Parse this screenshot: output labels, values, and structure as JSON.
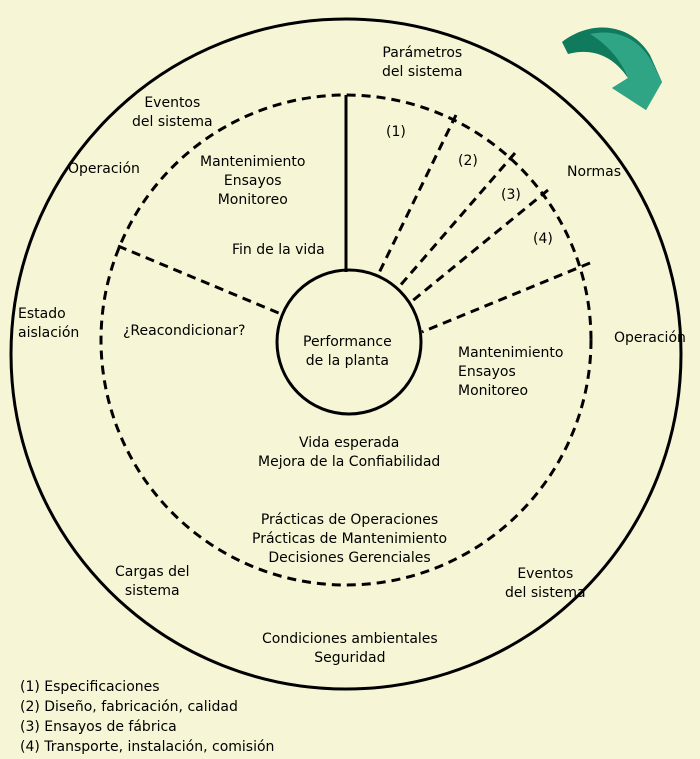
{
  "center": {
    "line1": "Performance",
    "line2": "de la planta"
  },
  "outer_ring": {
    "parametros": {
      "line1": "Parámetros",
      "line2": "del sistema"
    },
    "eventos_top": {
      "line1": "Eventos",
      "line2": "del sistema"
    },
    "operacion_left": "Operación",
    "normas": "Normas",
    "estado": {
      "line1": "Estado",
      "line2": "aislación"
    },
    "operacion_right": "Operación",
    "cargas": {
      "line1": "Cargas del",
      "line2": "sistema"
    },
    "eventos_bottom": {
      "line1": "Eventos",
      "line2": "del sistema"
    },
    "condiciones": {
      "line1": "Condiciones ambientales",
      "line2": "Seguridad"
    }
  },
  "inner_ring": {
    "mant_left": {
      "line1": "Mantenimiento",
      "line2": "Ensayos",
      "line3": "Monitoreo"
    },
    "fin_vida": "Fin de la vida",
    "reacondicionar": "¿Reacondicionar?",
    "mant_right": {
      "line1": "Mantenimiento",
      "line2": "Ensayos",
      "line3": "Monitoreo"
    },
    "vida": {
      "line1": "Vida esperada",
      "line2": "Mejora de la Confiabilidad"
    },
    "practicas": {
      "line1": "Prácticas de Operaciones",
      "line2": "Prácticas de Mantenimiento",
      "line3": "Decisiones Gerenciales"
    },
    "numbers": [
      "(1)",
      "(2)",
      "(3)",
      "(4)"
    ]
  },
  "legend": [
    "(1) Especificaciones",
    "(2) Diseño, fabricación, calidad",
    "(3) Ensayos de fábrica",
    "(4) Transporte, instalación, comisión"
  ],
  "colors": {
    "background": "#f6f6d6",
    "arrow_dark": "#0f7a5c",
    "arrow_light": "#2fa585"
  }
}
